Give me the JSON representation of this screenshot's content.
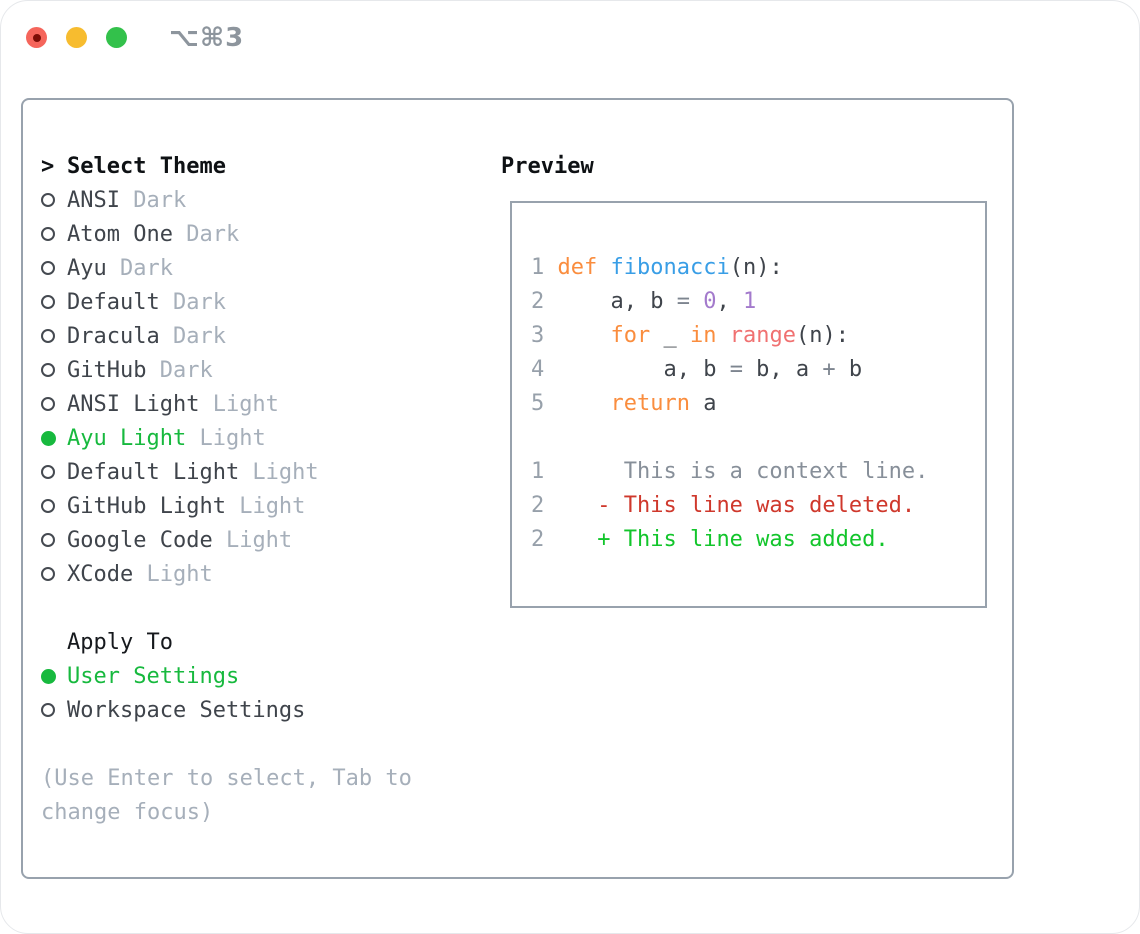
{
  "window": {
    "shortcut_label": "⌥⌘3",
    "controls": [
      {
        "name": "close",
        "color": "#f5655b"
      },
      {
        "name": "minimize",
        "color": "#f7bc2f"
      },
      {
        "name": "zoom",
        "color": "#33c14b"
      }
    ]
  },
  "colors": {
    "panel_border": "#98a2ad",
    "selection_green": "#17b93e",
    "text_dark": "#3f444b",
    "tag_gray": "#a6afba",
    "line_number_gray": "#97a0aa",
    "code_keyword_orange": "#fa8d3e",
    "code_function_blue": "#399ee6",
    "code_number_purple": "#a37acc",
    "code_builtin_salmon": "#f07171",
    "diff_deleted_red": "#cf382c",
    "diff_added_green": "#12c52b"
  },
  "theme_panel": {
    "cursor": ">",
    "header": "Select Theme",
    "themes": [
      {
        "name": "ANSI",
        "tag": "Dark",
        "selected": false
      },
      {
        "name": "Atom One",
        "tag": "Dark",
        "selected": false
      },
      {
        "name": "Ayu",
        "tag": "Dark",
        "selected": false
      },
      {
        "name": "Default",
        "tag": "Dark",
        "selected": false
      },
      {
        "name": "Dracula",
        "tag": "Dark",
        "selected": false
      },
      {
        "name": "GitHub",
        "tag": "Dark",
        "selected": false
      },
      {
        "name": "ANSI Light",
        "tag": "Light",
        "selected": false
      },
      {
        "name": "Ayu Light",
        "tag": "Light",
        "selected": true
      },
      {
        "name": "Default Light",
        "tag": "Light",
        "selected": false
      },
      {
        "name": "GitHub Light",
        "tag": "Light",
        "selected": false
      },
      {
        "name": "Google Code",
        "tag": "Light",
        "selected": false
      },
      {
        "name": "XCode",
        "tag": "Light",
        "selected": false
      }
    ],
    "apply_to": {
      "header": "Apply To",
      "options": [
        {
          "label": "User Settings",
          "selected": true
        },
        {
          "label": "Workspace Settings",
          "selected": false
        }
      ]
    },
    "help_lines": [
      "(Use Enter to select, Tab to",
      "change focus)"
    ]
  },
  "preview": {
    "header": "Preview",
    "code_lines": [
      {
        "segments": [
          {
            "t": "1 ",
            "c": "ln"
          },
          {
            "t": "def",
            "c": "kw"
          },
          {
            "t": " ",
            "c": "pl"
          },
          {
            "t": "fibonacci",
            "c": "fn"
          },
          {
            "t": "(n):",
            "c": "pl"
          }
        ]
      },
      {
        "segments": [
          {
            "t": "2 ",
            "c": "ln"
          },
          {
            "t": "    a, b ",
            "c": "pl"
          },
          {
            "t": "=",
            "c": "op"
          },
          {
            "t": " ",
            "c": "pl"
          },
          {
            "t": "0",
            "c": "num"
          },
          {
            "t": ", ",
            "c": "pl"
          },
          {
            "t": "1",
            "c": "num"
          }
        ]
      },
      {
        "segments": [
          {
            "t": "3 ",
            "c": "ln"
          },
          {
            "t": "    ",
            "c": "pl"
          },
          {
            "t": "for",
            "c": "kw"
          },
          {
            "t": " _ ",
            "c": "pl"
          },
          {
            "t": "in",
            "c": "kw"
          },
          {
            "t": " ",
            "c": "pl"
          },
          {
            "t": "range",
            "c": "bi"
          },
          {
            "t": "(n):",
            "c": "pl"
          }
        ]
      },
      {
        "segments": [
          {
            "t": "4 ",
            "c": "ln"
          },
          {
            "t": "        a, b ",
            "c": "pl"
          },
          {
            "t": "=",
            "c": "op"
          },
          {
            "t": " b, a ",
            "c": "pl"
          },
          {
            "t": "+",
            "c": "op"
          },
          {
            "t": " b",
            "c": "pl"
          }
        ]
      },
      {
        "segments": [
          {
            "t": "5 ",
            "c": "ln"
          },
          {
            "t": "    ",
            "c": "pl"
          },
          {
            "t": "return",
            "c": "kw"
          },
          {
            "t": " a",
            "c": "pl"
          }
        ]
      },
      {
        "segments": []
      },
      {
        "segments": [
          {
            "t": "1 ",
            "c": "ln"
          },
          {
            "t": "     This is a context line.",
            "c": "ctx"
          }
        ]
      },
      {
        "segments": [
          {
            "t": "2 ",
            "c": "ln"
          },
          {
            "t": "   - This line was deleted.",
            "c": "del"
          }
        ]
      },
      {
        "segments": [
          {
            "t": "2 ",
            "c": "ln"
          },
          {
            "t": "   + This line was added.",
            "c": "add"
          }
        ]
      }
    ]
  }
}
